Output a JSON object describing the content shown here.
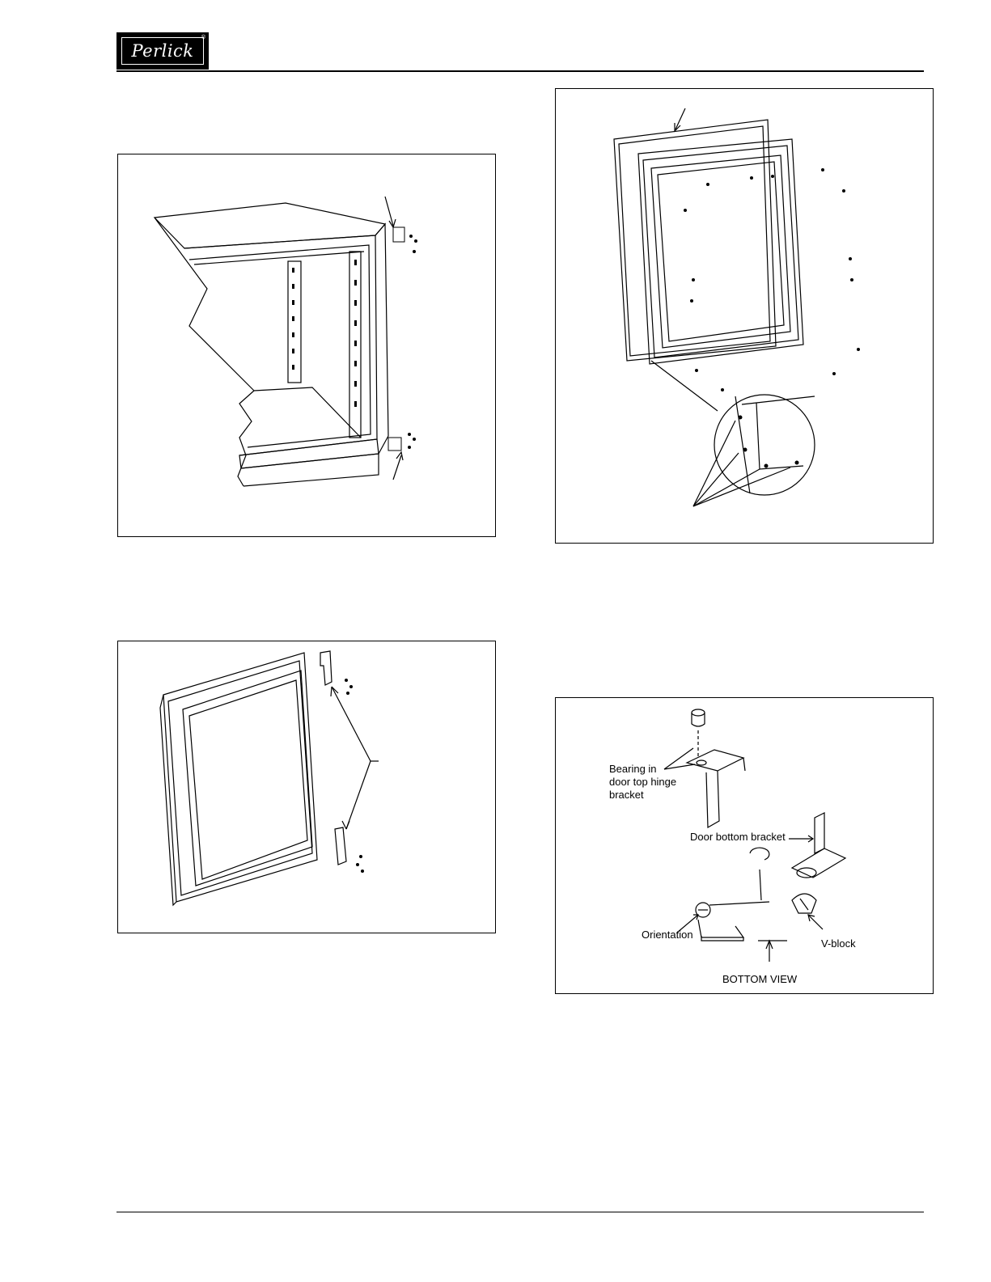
{
  "header": {
    "brand": "Perlick",
    "registered_mark": "®"
  },
  "figures": {
    "bracket": {
      "labels": {
        "bearing": "Bearing in\ndoor top hinge\nbracket",
        "door_bottom_bracket": "Door bottom bracket",
        "orientation": "Orientation",
        "v_block": "V-block",
        "bottom_view": "BOTTOM VIEW"
      }
    }
  }
}
